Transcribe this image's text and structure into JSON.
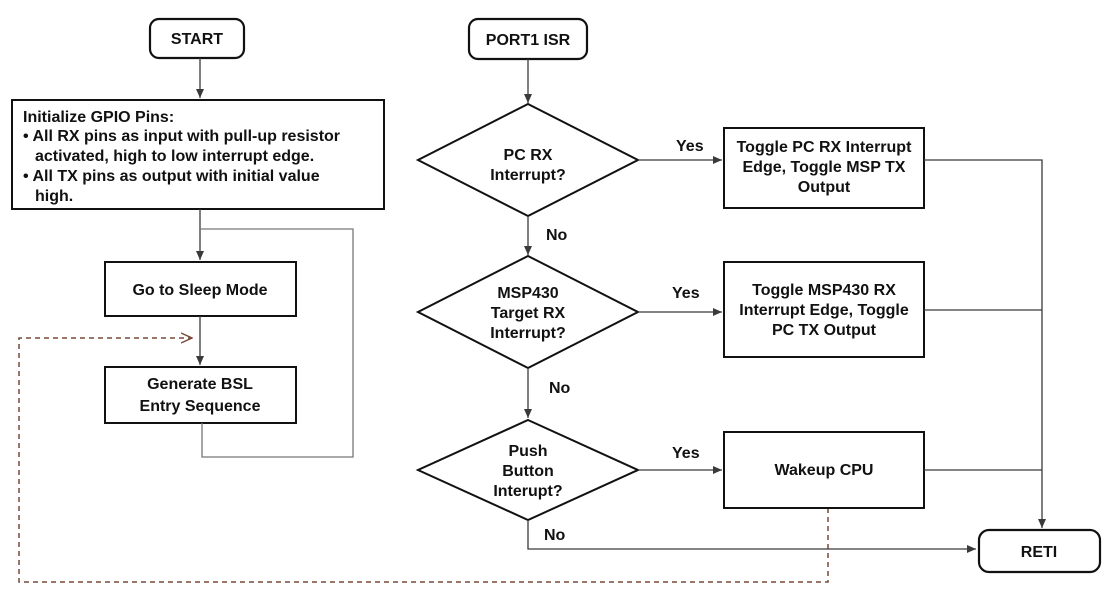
{
  "nodes": {
    "start": "START",
    "port1_isr": "PORT1 ISR",
    "init_gpio": [
      "Initialize GPIO Pins:",
      "• All RX pins as input with pull-up resistor",
      "  activated, high to low interrupt edge.",
      "• All TX pins as output with initial value",
      "  high."
    ],
    "sleep_mode": "Go to Sleep Mode",
    "generate_bsl": [
      "Generate BSL",
      "Entry Sequence"
    ],
    "pc_rx_decision": [
      "PC RX",
      "Interrupt?"
    ],
    "msp430_rx_decision": [
      "MSP430",
      "Target RX",
      "Interrupt?"
    ],
    "push_button_decision": [
      "Push",
      "Button",
      "Interupt?"
    ],
    "toggle_pc": [
      "Toggle PC RX Interrupt",
      "Edge, Toggle MSP TX",
      "Output"
    ],
    "toggle_msp430": [
      "Toggle MSP430 RX",
      "Interrupt Edge, Toggle",
      "PC TX Output"
    ],
    "wakeup_cpu": "Wakeup CPU",
    "reti": "RETI"
  },
  "edge_labels": {
    "pc_yes": "Yes",
    "pc_no": "No",
    "msp_yes": "Yes",
    "msp_no": "No",
    "push_yes": "Yes",
    "push_no": "No"
  },
  "colors": {
    "line": "#3a3a3a",
    "dashed": "#7a4a3a",
    "stroke": "#111111"
  }
}
